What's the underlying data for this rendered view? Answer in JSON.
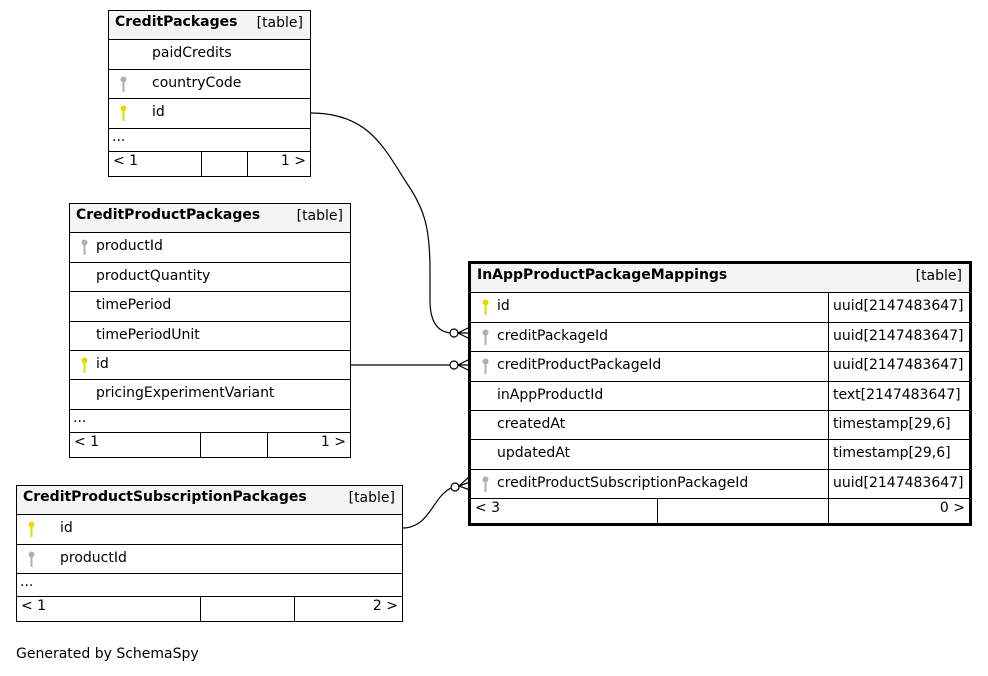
{
  "tables": {
    "credit_packages": {
      "name": "CreditPackages",
      "kind": "[table]",
      "columns": [
        "paidCredits",
        "countryCode",
        "id"
      ],
      "ellipsis": "...",
      "nav_prev": "< 1",
      "nav_next": "1 >"
    },
    "credit_product_packages": {
      "name": "CreditProductPackages",
      "kind": "[table]",
      "columns": [
        "productId",
        "productQuantity",
        "timePeriod",
        "timePeriodUnit",
        "id",
        "pricingExperimentVariant"
      ],
      "ellipsis": "...",
      "nav_prev": "< 1",
      "nav_next": "1 >"
    },
    "credit_product_subscription_packages": {
      "name": "CreditProductSubscriptionPackages",
      "kind": "[table]",
      "columns": [
        "id",
        "productId"
      ],
      "ellipsis": "...",
      "nav_prev": "< 1",
      "nav_next": "2 >"
    },
    "in_app_product_package_mappings": {
      "name": "InAppProductPackageMappings",
      "kind": "[table]",
      "columns": [
        {
          "name": "id",
          "type": "uuid[2147483647]"
        },
        {
          "name": "creditPackageId",
          "type": "uuid[2147483647]"
        },
        {
          "name": "creditProductPackageId",
          "type": "uuid[2147483647]"
        },
        {
          "name": "inAppProductId",
          "type": "text[2147483647]"
        },
        {
          "name": "createdAt",
          "type": "timestamp[29,6]"
        },
        {
          "name": "updatedAt",
          "type": "timestamp[29,6]"
        },
        {
          "name": "creditProductSubscriptionPackageId",
          "type": "uuid[2147483647]"
        }
      ],
      "nav_prev": "< 3",
      "nav_next": "0 >"
    }
  },
  "icons": {
    "primary_key": "primary-key-icon",
    "foreign_key": "foreign-key-icon",
    "primary_key_color": "#e6d800",
    "foreign_key_color": "#b0b0b0"
  },
  "footer": "Generated by SchemaSpy"
}
